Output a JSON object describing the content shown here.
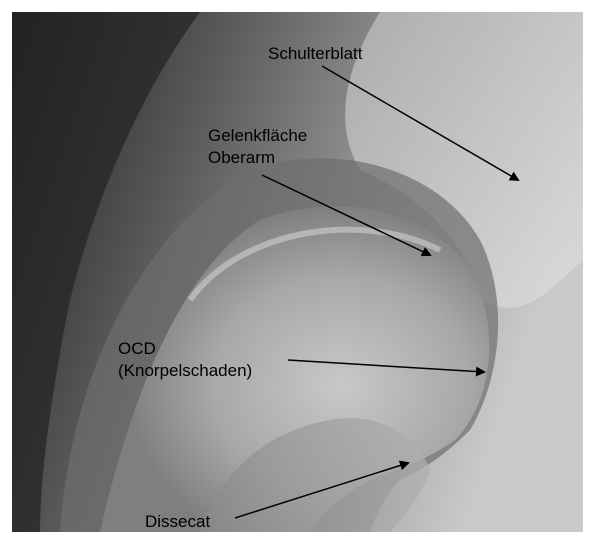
{
  "labels": {
    "schulterblatt": "Schulterblatt",
    "gelenkflaeche_line1": "Gelenkfläche",
    "gelenkflaeche_line2": "Oberarm",
    "ocd_line1": "OCD",
    "ocd_line2": "(Knorpelschaden)",
    "dissecat": "Dissecat"
  },
  "image": {
    "subject": "radiograph of shoulder joint",
    "colors": {
      "dark": "#1e1e1e",
      "mid": "#7a7a7a",
      "light": "#d9d9d9",
      "label": "#000000"
    }
  }
}
